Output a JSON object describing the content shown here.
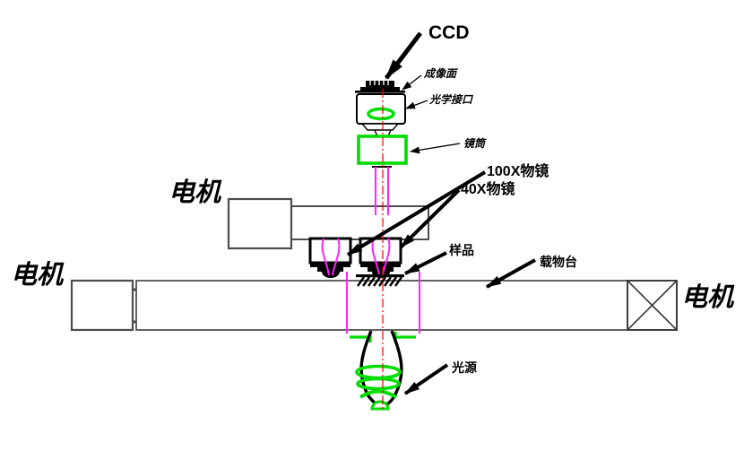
{
  "diagram_title": "optical-microscope-system-schematic",
  "labels": {
    "ccd": "CCD",
    "imaging_plane": "成像面",
    "optical_interface": "光学接口",
    "lens_tube": "镜筒",
    "objective_100x": "100X物镜",
    "objective_40x": "40X物镜",
    "sample": "样品",
    "stage": "载物台",
    "light_source": "光源",
    "motor_left": "电机",
    "motor_middle": "电机",
    "motor_right": "电机"
  },
  "colors": {
    "optics_green": "#00dd00",
    "optics_magenta": "#ff22ff",
    "axis_red": "#ff0000",
    "line_black": "#000000",
    "box_gray": "#4d4d4d"
  }
}
